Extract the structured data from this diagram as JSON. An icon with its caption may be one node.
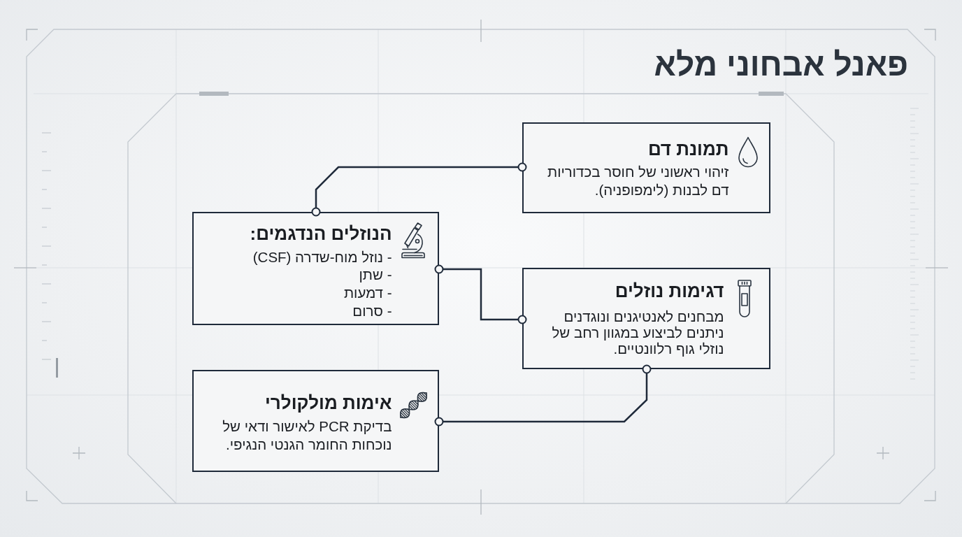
{
  "diagram": {
    "title": "פאנל אבחוני מלא",
    "nodes": [
      {
        "text": [
          "תמונת דם",
          "זיהוי ראשוני של חוסר בכדוריות דם לבנות (לימפופניה)."
        ]
      },
      {
        "text": [
          "הנוזלים הנדגמים:",
          "- נוזל מוח-שדרה (CSF)",
          "- שתן",
          "- דמעות",
          "- סרום"
        ]
      },
      {
        "text": [
          "דגימות נוזלים",
          "מבחנים לאנטיגנים ונוגדנים ניתנים לביצוע במגוון רחב של נוזלי גוף רלוונטיים."
        ]
      },
      {
        "text": [
          "אימות מולקולרי",
          "בדיקת PCR לאישור ודאי של נוכחות החומר הגנטי הנגיפי."
        ]
      }
    ],
    "edges": [
      {
        "from": 0,
        "to": 1,
        "arrow": "other"
      },
      {
        "from": 1,
        "to": 2,
        "arrow": "other"
      },
      {
        "from": 2,
        "to": 3,
        "arrow": "other"
      }
    ]
  }
}
